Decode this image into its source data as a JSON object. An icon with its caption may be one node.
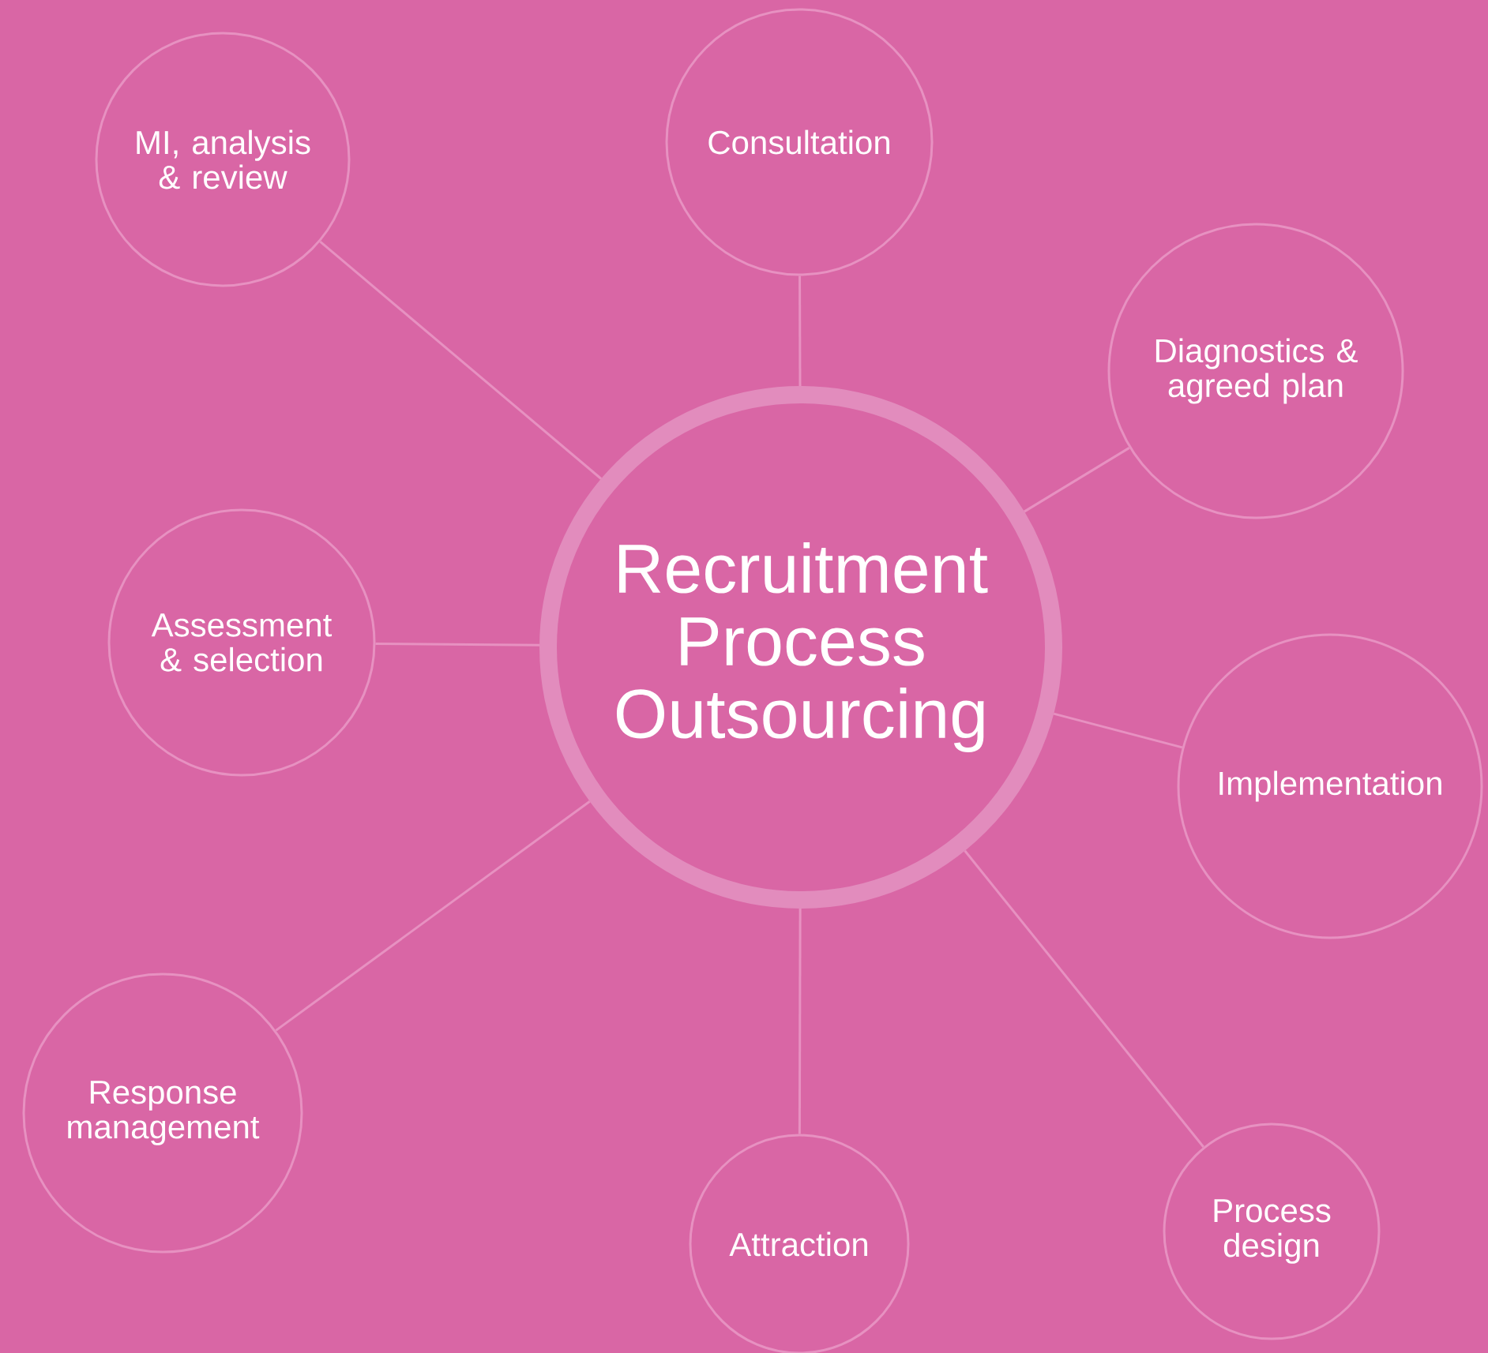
{
  "diagram": {
    "nodes": [
      {
        "text": [
          "Recruitment Process Outsourcing"
        ]
      },
      {
        "text": [
          "MI, analysis & review"
        ]
      },
      {
        "text": [
          "Consultation"
        ]
      },
      {
        "text": [
          "Diagnostics & agreed plan"
        ]
      },
      {
        "text": [
          "Assessment & selection"
        ]
      },
      {
        "text": [
          "Implementation"
        ]
      },
      {
        "text": [
          "Response management"
        ]
      },
      {
        "text": [
          "Attraction"
        ]
      },
      {
        "text": [
          "Process design"
        ]
      }
    ],
    "edges": [
      {
        "from": 0,
        "to": 1,
        "arrow": "none"
      },
      {
        "from": 0,
        "to": 2,
        "arrow": "none"
      },
      {
        "from": 0,
        "to": 3,
        "arrow": "none"
      },
      {
        "from": 0,
        "to": 4,
        "arrow": "none"
      },
      {
        "from": 0,
        "to": 5,
        "arrow": "none"
      },
      {
        "from": 0,
        "to": 6,
        "arrow": "none"
      },
      {
        "from": 0,
        "to": 7,
        "arrow": "none"
      },
      {
        "from": 0,
        "to": 8,
        "arrow": "none"
      }
    ]
  }
}
